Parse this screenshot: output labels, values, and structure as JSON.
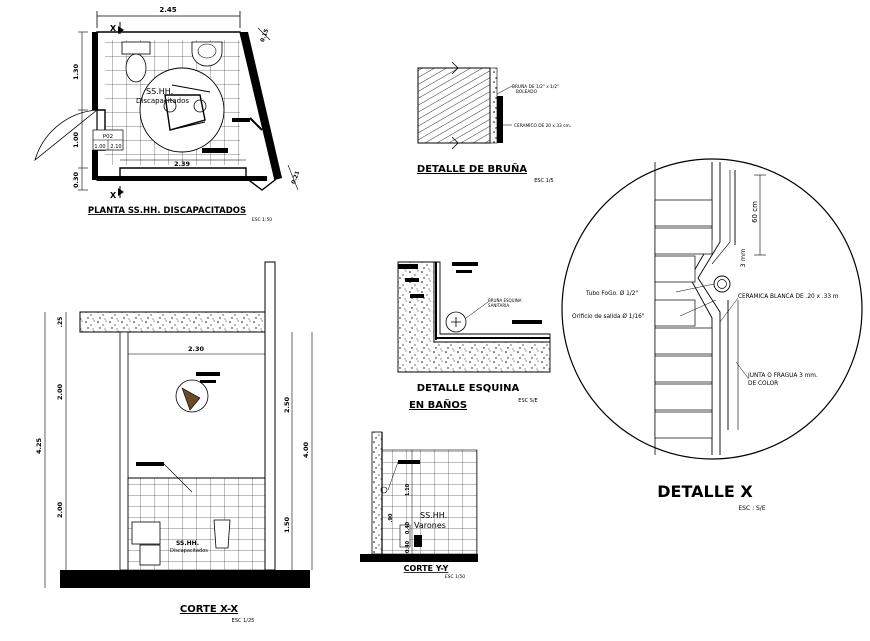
{
  "plan": {
    "title": "PLANTA SS.HH. DISCAPACITADOS",
    "scale": "ESC 1:50",
    "dim_top": "2.45",
    "dim_left_upper": "1.30",
    "dim_left_middle": "1.00",
    "dim_left_lower": "0.30",
    "dim_inner": "2.39",
    "dim_right_upper": "0.15",
    "dim_right_lower": "0.21",
    "cut_marker": "X",
    "room_label": "SS.HH.",
    "room_sublabel": "Discapacitados",
    "door_tag": "P02",
    "door_width": "1.00",
    "door_height": "2.10"
  },
  "corte_xx": {
    "title": "CORTE X-X",
    "scale": "ESC 1/25",
    "dim_top_slab": ".25",
    "dim_left_upper": "2.00",
    "dim_left_total": "4.25",
    "dim_left_lower": "2.00",
    "dim_width": "2.30",
    "dim_right_upper": "2.50",
    "dim_right_total": "4.00",
    "dim_right_lower": "1.50",
    "room_label": "SS.HH.",
    "room_sublabel": "Discapacitados"
  },
  "bruna": {
    "title": "DETALLE DE BRUÑA",
    "scale": "ESC 1/5",
    "label_top": "BRUÑA DE 1/2\" x 1/2\"",
    "label_top_sub": "BOLEADO",
    "label_bottom": "CERAMICO DE 20 x 33 cm."
  },
  "esquina": {
    "title_line1": "DETALLE ESQUINA",
    "title_line2": "EN BAÑOS",
    "scale": "ESC S/E",
    "label_mid_1": "BRUÑA ESQUINA",
    "label_mid_2": "SANITARIA"
  },
  "corte_yy": {
    "title": "CORTE Y-Y",
    "scale": "ESC 1/50",
    "dim_upper": "1.10",
    "dim_mid": "0.40",
    "dim_lower": "0.40",
    "dim_side": ".90",
    "room_label": "SS.HH.",
    "room_sublabel": "Varones"
  },
  "detalle_x": {
    "title": "DETALLE X",
    "scale": "ESC : S/E",
    "dim_spacing": "60 cm",
    "dim_gap": "3 mm",
    "label_tubo": "Tubo FoGo. Ø 1/2\"",
    "label_orificio": "Orificio de salida Ø 1/16\"",
    "label_ceramica": "CERAMICA BLANCA DE .20 x .33 m",
    "label_junta_1": "JUNTA O FRAGUA 3 mm.",
    "label_junta_2": "DE COLOR"
  },
  "colors": {
    "line": "#000000",
    "paper": "#ffffff",
    "accent": "#2e9a3f"
  }
}
